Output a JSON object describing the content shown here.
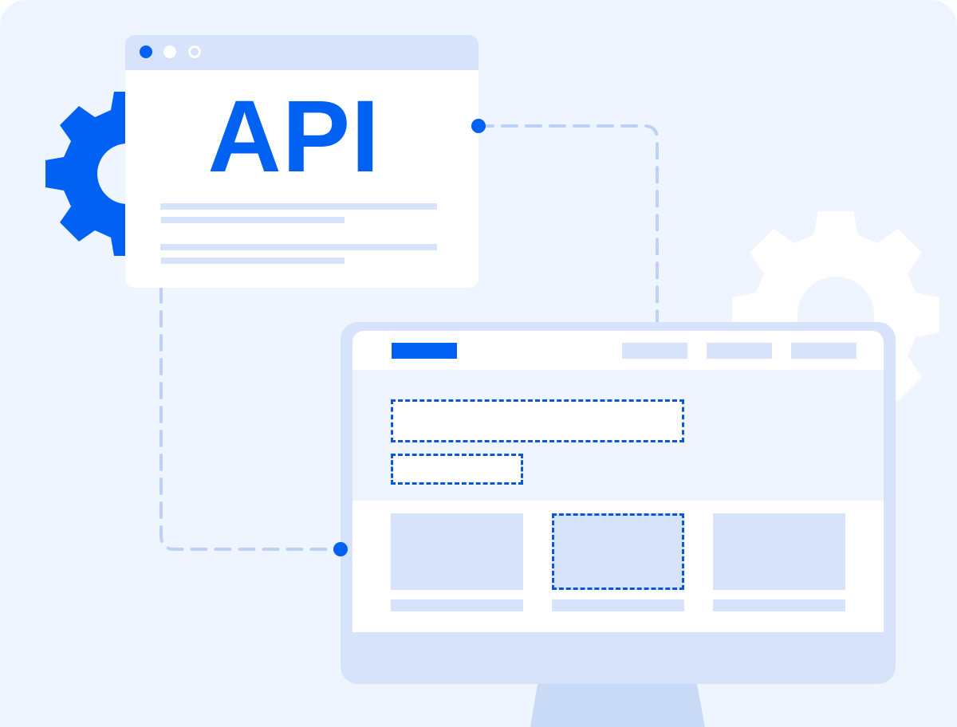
{
  "illustration": {
    "title": "API integration illustration",
    "colors": {
      "background": "#eff5ff",
      "accent": "#0061f2",
      "light_blue": "#d6e3fb",
      "connector": "#bcd1f3",
      "stand": "#c9daf6",
      "white": "#ffffff"
    }
  },
  "api_window": {
    "window_controls": [
      "close-dot",
      "minimize-dot",
      "maximize-dot"
    ],
    "heading": "API",
    "text_lines": 4
  },
  "monitor": {
    "nav": {
      "logo": "logo-bar",
      "links": [
        "nav-link-1",
        "nav-link-2",
        "nav-link-3"
      ]
    },
    "hero": {
      "placeholders": [
        "headline-placeholder",
        "button-placeholder"
      ]
    },
    "cards": [
      {
        "highlighted": false
      },
      {
        "highlighted": true
      },
      {
        "highlighted": false
      }
    ]
  },
  "decorations": {
    "icons": [
      "gear-icon-blue",
      "gear-icon-white"
    ],
    "connectors": [
      "api-to-monitor-top",
      "api-to-monitor-left"
    ]
  }
}
